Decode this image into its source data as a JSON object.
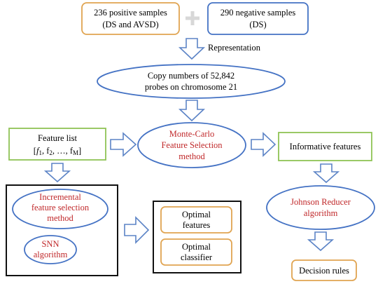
{
  "nodes": {
    "positive": {
      "line1": "236 positive samples",
      "line2": "(DS and AVSD)"
    },
    "negative": {
      "line1": "290 negative samples",
      "line2": "(DS)"
    },
    "representation_label": "Representation",
    "copy_numbers": {
      "line1": "Copy numbers of 52,842",
      "line2": "probes on chromosome 21"
    },
    "mcfs": {
      "line1": "Monte-Carlo",
      "line2": "Feature Selection",
      "line3": "method"
    },
    "feature_list": {
      "line1": "Feature list",
      "open": "[",
      "f1": "f",
      "s1": "1",
      "f2": ", f",
      "s2": "2",
      "mid": ", …, f",
      "sm": "M",
      "close": "]"
    },
    "informative": "Informative features",
    "ifs": {
      "line1": "Incremental",
      "line2": "feature selection",
      "line3": "method"
    },
    "snn": {
      "line1": "SNN",
      "line2": "algorithm"
    },
    "optimal_features": {
      "line1": "Optimal",
      "line2": "features"
    },
    "optimal_classifier": {
      "line1": "Optimal",
      "line2": "classifier"
    },
    "johnson": {
      "line1": "Johnson Reducer",
      "line2": "algorithm"
    },
    "decision_rules": "Decision rules"
  },
  "colors": {
    "orange_border": "#e0a451",
    "blue_border": "#4472c4",
    "green_border": "#8fc355",
    "arrow_stroke": "#5b83c6",
    "red_text": "#c0282a",
    "plus_color": "#d8d8d8"
  }
}
